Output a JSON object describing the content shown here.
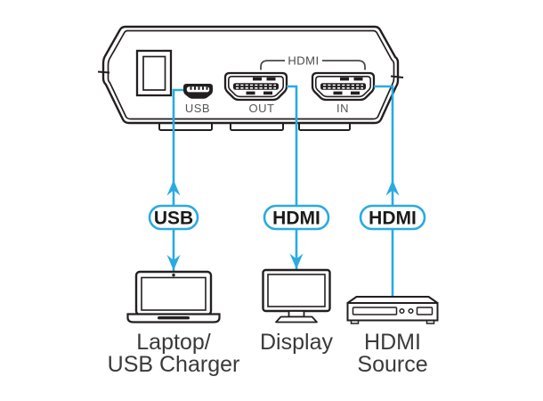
{
  "device": {
    "usb_port_label": "USB",
    "out_port_label": "OUT",
    "in_port_label": "IN",
    "hdmi_group_label": "HDMI"
  },
  "connections": {
    "usb_badge": "USB",
    "display_badge": "HDMI",
    "source_badge": "HDMI"
  },
  "endpoints": {
    "laptop_line1": "Laptop/",
    "laptop_line2": "USB Charger",
    "display": "Display",
    "source_line1": "HDMI",
    "source_line2": "Source"
  },
  "colors": {
    "accent": "#29abe2",
    "outline": "#231f20",
    "port_label": "#555555",
    "endpoint_label": "#3a3a3a"
  }
}
